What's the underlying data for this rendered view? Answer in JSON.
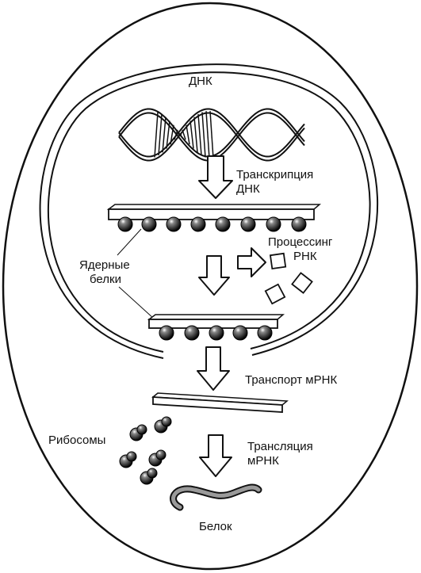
{
  "labels": {
    "dna": "ДНК",
    "transcription_line1": "Транскрипция",
    "transcription_line2": "ДНК",
    "processing_line1": "Процессинг",
    "processing_line2": "РНК",
    "nuclear_proteins_line1": "Ядерные",
    "nuclear_proteins_line2": "белки",
    "transport": "Транспорт мРНК",
    "ribosomes": "Рибосомы",
    "translation_line1": "Трансляция",
    "translation_line2": "мРНК",
    "protein": "Белок"
  },
  "colors": {
    "ink": "#111111",
    "fill": "#ffffff"
  },
  "icons": [
    "dna-double-helix",
    "down-arrow",
    "right-arrow",
    "rna-strand",
    "nuclear-protein-bead",
    "ribosome-cluster",
    "protein-chain"
  ]
}
